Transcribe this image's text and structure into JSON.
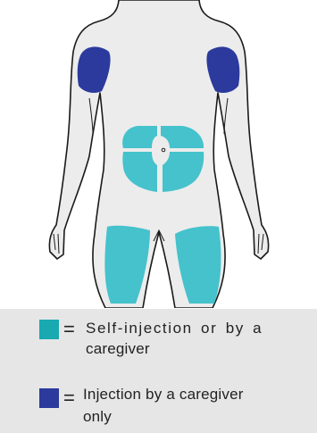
{
  "colors": {
    "self_injection": "#45c2cc",
    "caregiver_only": "#2b3a9c",
    "body_fill": "#ececec",
    "body_outline": "#1a1a1a",
    "legend_background": "#e6e6e6"
  },
  "legend": {
    "items": [
      {
        "swatch_color": "#18a9b1",
        "symbol": "=",
        "line1": "Self-injection or by a",
        "line2": "caregiver"
      },
      {
        "swatch_color": "#2b3a9c",
        "symbol": "=",
        "line1": "Injection by a caregiver",
        "line2": "only"
      }
    ]
  }
}
